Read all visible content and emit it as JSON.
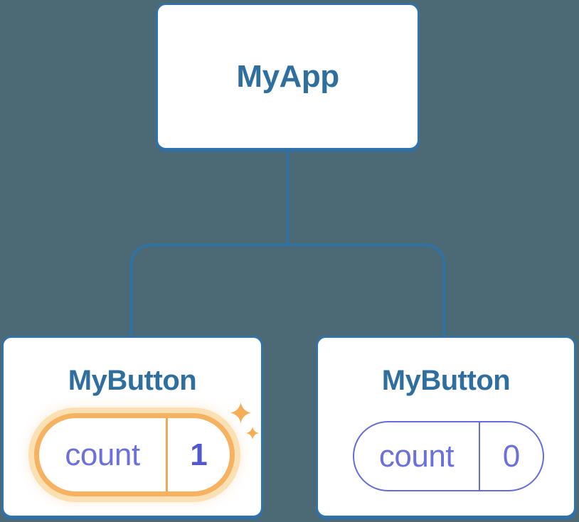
{
  "diagram": {
    "description": "Component tree with state update highlight",
    "colors": {
      "background": "#4C6A75",
      "node_fill": "#FFFFFF",
      "node_border_blue": "#3173A9",
      "node_title_blue": "#2F6F9F",
      "state_purple": "#6B70DC",
      "state_value_updated": "#5157CE",
      "highlight_orange": "#F6B161",
      "highlight_glow": "#FBE0B4",
      "sparkle_orange": "#F6AE55"
    },
    "tree": {
      "root": {
        "label": "MyApp"
      },
      "children": [
        {
          "label": "MyButton",
          "state": {
            "key": "count",
            "value": "1"
          },
          "highlighted": true
        },
        {
          "label": "MyButton",
          "state": {
            "key": "count",
            "value": "0"
          },
          "highlighted": false
        }
      ]
    }
  }
}
